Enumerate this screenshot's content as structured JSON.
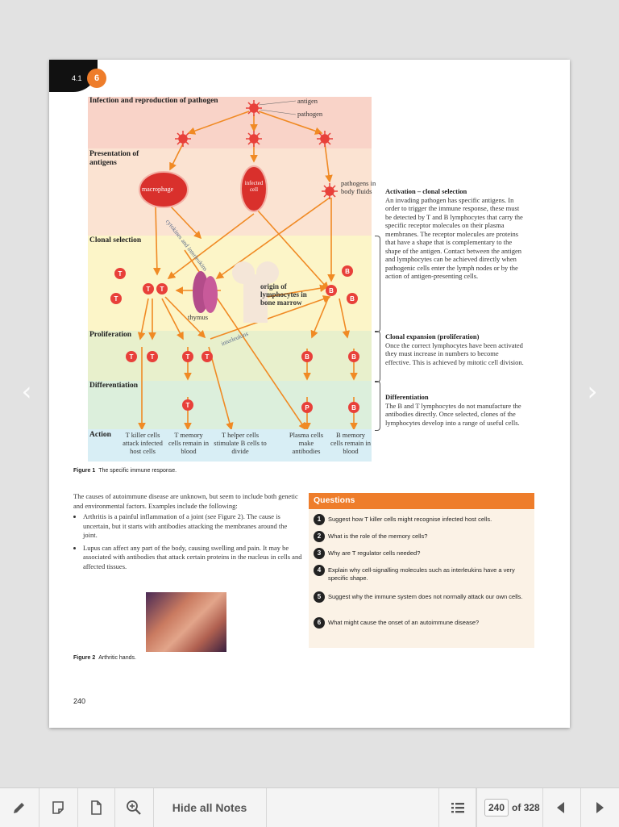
{
  "header": {
    "section_number": "4.1",
    "chapter_badge": "6"
  },
  "diagram": {
    "bands": {
      "infection": "Infection and reproduction of pathogen",
      "presentation": "Presentation of antigens",
      "clonal": "Clonal selection",
      "proliferation": "Proliferation",
      "differentiation": "Differentiation",
      "action": "Action"
    },
    "labels": {
      "antigen": "antigen",
      "pathogen": "pathogen",
      "macrophage": "macrophage",
      "infected_cell": "infected cell",
      "pathogens_body_fluids": "pathogens in body fluids",
      "cytokines": "cytokines and interleukins",
      "thymus": "thymus",
      "origin": "origin of lymphocytes in bone marrow",
      "interleukins": "interleukins"
    },
    "actions": [
      "T killer cells attack infected host cells",
      "T memory cells remain in blood",
      "T helper cells stimulate B cells to divide",
      "Plasma cells make antibodies",
      "B memory cells remain in blood"
    ]
  },
  "sidebar": [
    {
      "heading": "Activation – clonal selection",
      "text": "An invading pathogen has specific antigens. In order to trigger the immune response, these must be detected by T and B lymphocytes that carry the specific receptor molecules on their plasma membranes. The receptor molecules are proteins that have a shape that is complementary to the shape of the antigen. Contact between the antigen and lymphocytes can be achieved directly when pathogenic cells enter the lymph nodes or by the action of antigen-presenting cells."
    },
    {
      "heading": "Clonal expansion (proliferation)",
      "text": "Once the correct lymphocytes have been activated they must increase in numbers to become effective. This is achieved by mitotic cell division."
    },
    {
      "heading": "Differentiation",
      "text": "The B and T lymphocytes do not manufacture the antibodies directly. Once selected, clones of the lymphocytes develop into a range of useful cells."
    }
  ],
  "figure1": {
    "label": "Figure 1",
    "caption": "The specific immune response."
  },
  "body": {
    "intro": "The causes of autoimmune disease are unknown, but seem to include both genetic and environmental factors. Examples include the following:",
    "bullets": [
      "Arthritis is a painful inflammation of a joint (see Figure 2). The cause is uncertain, but it starts with antibodies attacking the membranes around the joint.",
      "Lupus can affect any part of the body, causing swelling and pain. It may be associated with antibodies that attack certain proteins in the nucleus in cells and affected tissues."
    ]
  },
  "figure2": {
    "label": "Figure 2",
    "caption": "Arthritic hands."
  },
  "questions": {
    "title": "Questions",
    "items": [
      {
        "n": "1",
        "text": "Suggest how T killer cells might recognise infected host cells."
      },
      {
        "n": "2",
        "text": "What is the role of the memory cells?"
      },
      {
        "n": "3",
        "text": "Why are T regulator cells needed?"
      },
      {
        "n": "4",
        "text": "Explain why cell-signalling molecules such as interleukins have a very specific shape."
      },
      {
        "n": "5",
        "text": "Suggest why the immune system does not normally attack our own cells."
      },
      {
        "n": "6",
        "text": "What might cause the onset of an autoimmune disease?"
      }
    ]
  },
  "page_number": "240",
  "toolbar": {
    "hide_notes": "Hide all Notes",
    "current_page": "240",
    "total_pages": "of 328"
  },
  "colors": {
    "accent": "#ee7d2b",
    "cell_red": "#e8403a",
    "arrow": "#f08a24"
  }
}
